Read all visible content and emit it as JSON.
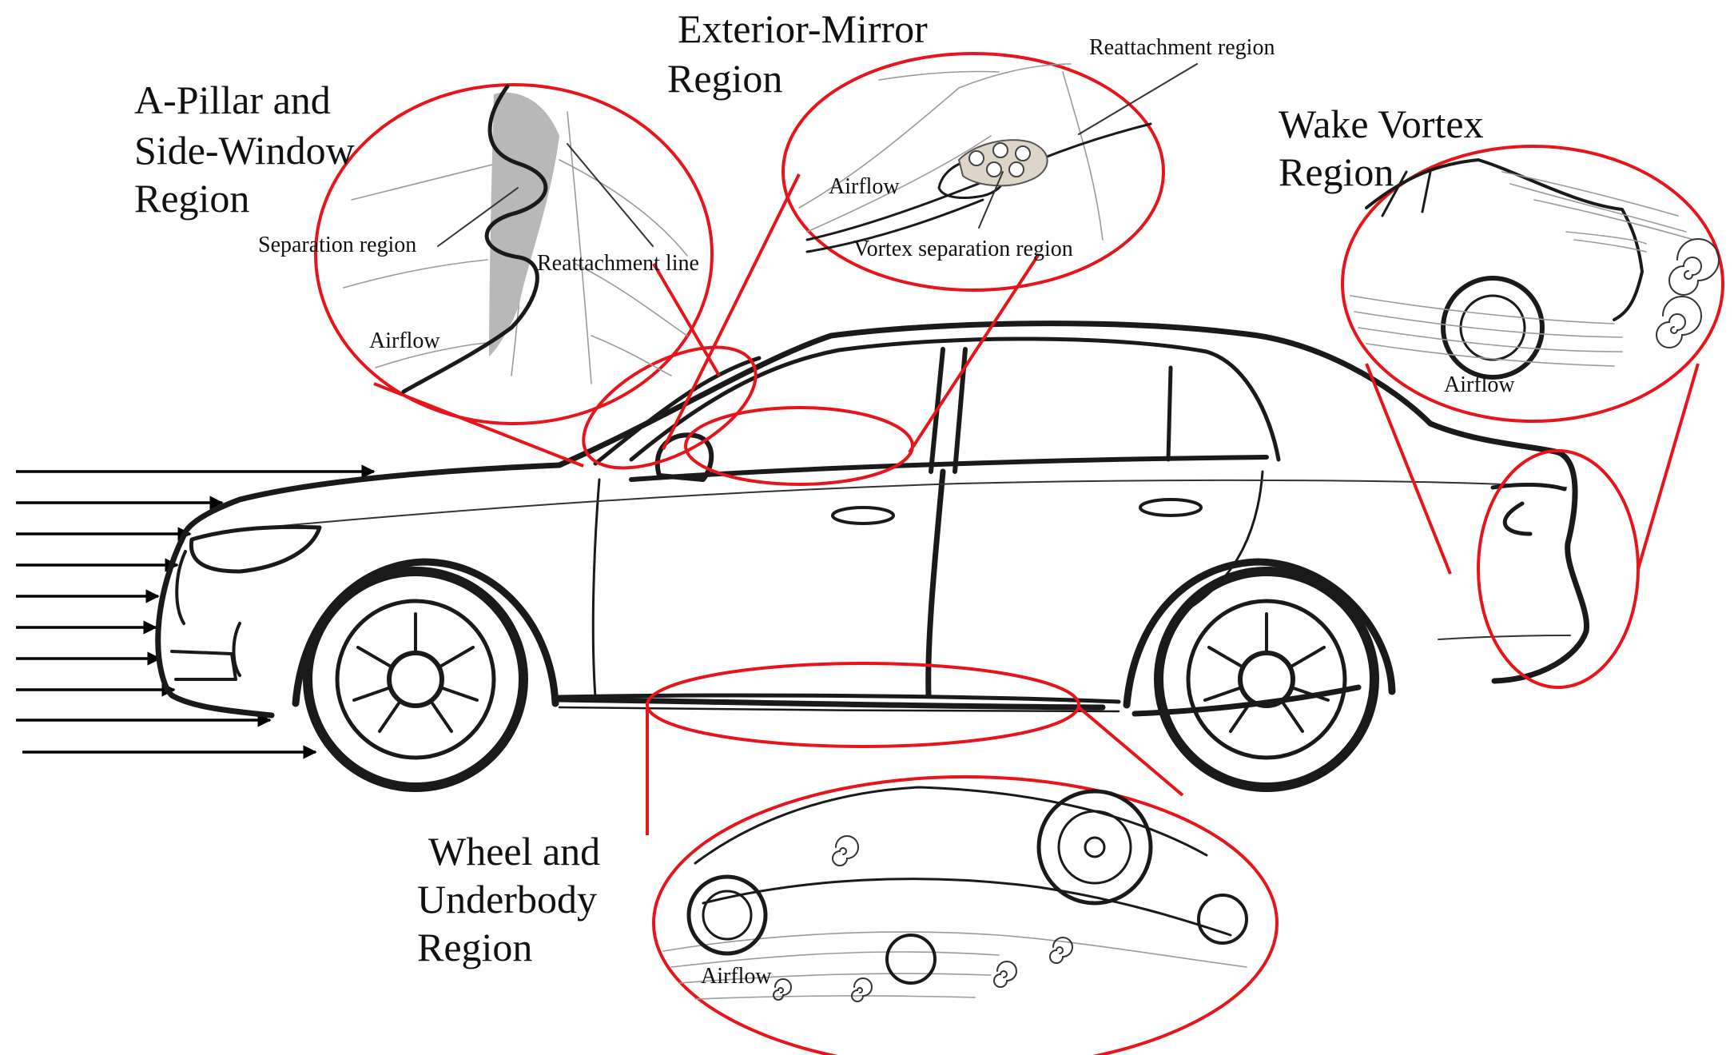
{
  "colors": {
    "highlight": "#e8141b",
    "outline": "#1a1a1a",
    "shade": "#b8b8b8",
    "background": "#ffffff"
  },
  "regions": {
    "a_pillar": {
      "title": [
        "A-Pillar and",
        "Side-Window",
        "Region"
      ],
      "labels": {
        "separation": "Separation region",
        "reattachment": "Reattachment line",
        "airflow": "Airflow"
      }
    },
    "mirror": {
      "title": [
        "Exterior-Mirror",
        "Region"
      ],
      "labels": {
        "reattachment": "Reattachment region",
        "airflow": "Airflow",
        "vortex": "Vortex separation region"
      }
    },
    "wake": {
      "title": [
        "Wake Vortex",
        "Region"
      ],
      "labels": {
        "airflow": "Airflow"
      }
    },
    "underbody": {
      "title": [
        "Wheel and",
        "Underbody",
        "Region"
      ],
      "labels": {
        "airflow": "Airflow"
      }
    }
  },
  "incoming_flow": {
    "icon": "right-arrow-icon",
    "arrow_count": 10
  }
}
